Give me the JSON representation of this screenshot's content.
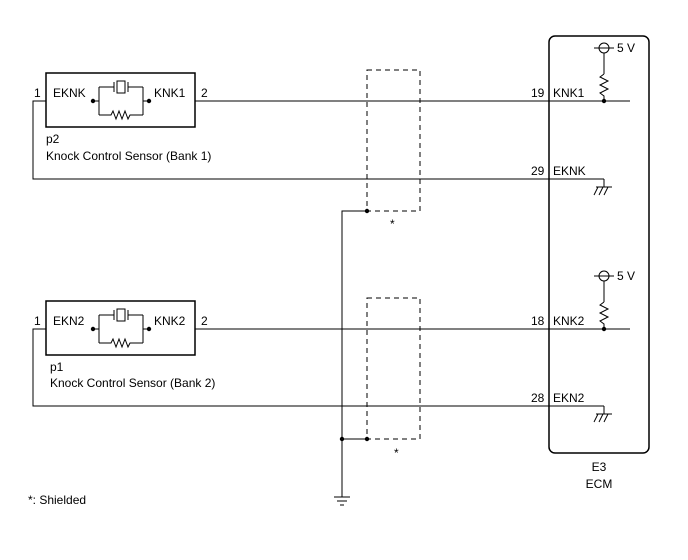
{
  "sensor1": {
    "pin_left": "1",
    "pin_right": "2",
    "label_left": "EKNK",
    "label_right": "KNK1",
    "code": "p2",
    "name": "Knock Control Sensor (Bank 1)"
  },
  "sensor2": {
    "pin_left": "1",
    "pin_right": "2",
    "label_left": "EKN2",
    "label_right": "KNK2",
    "code": "p1",
    "name": "Knock Control Sensor (Bank 2)"
  },
  "ecm": {
    "code": "E3",
    "name": "ECM",
    "supply1": "5 V",
    "supply2": "5 V",
    "terminals": [
      {
        "pin": "19",
        "label": "KNK1"
      },
      {
        "pin": "29",
        "label": "EKNK"
      },
      {
        "pin": "18",
        "label": "KNK2"
      },
      {
        "pin": "28",
        "label": "EKN2"
      }
    ]
  },
  "shield_mark_1": "*",
  "shield_mark_2": "*",
  "note": "*: Shielded"
}
